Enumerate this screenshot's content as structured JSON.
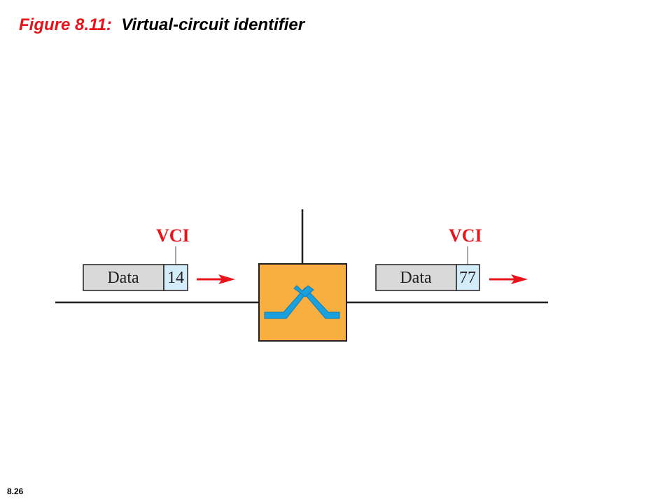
{
  "header": {
    "figure_prefix": "Figure 8.11:",
    "figure_title": "Virtual-circuit identifier"
  },
  "footer": {
    "slide_number": "8.26"
  },
  "diagram": {
    "incoming_frame": {
      "vci_label": "VCI",
      "data_label": "Data",
      "vci_value": "14"
    },
    "outgoing_frame": {
      "vci_label": "VCI",
      "data_label": "Data",
      "vci_value": "77"
    },
    "switch_icon": "switch-icon"
  },
  "colors": {
    "accent_red": "#e8141c",
    "switch_fill": "#f9ae40",
    "switch_symbol": "#1aa0dc",
    "frame_data_fill": "#d9d9d9",
    "frame_vci_fill": "#d2ecf9"
  }
}
